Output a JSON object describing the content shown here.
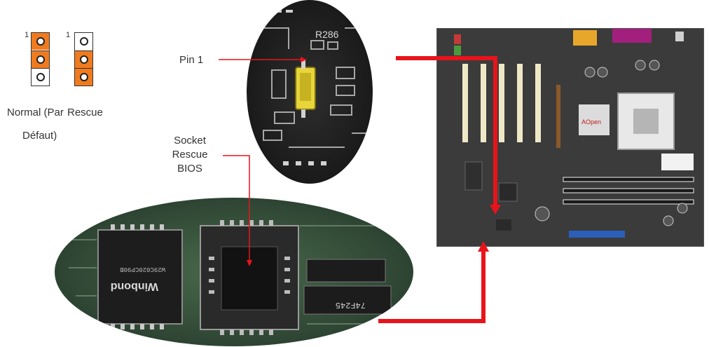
{
  "jumpers": {
    "pin_label_left": "1",
    "pin_label_right": "1",
    "normal_label_line1": "Normal (Par",
    "normal_label_line2": "Défaut)",
    "rescue_label": "Rescue"
  },
  "callouts": {
    "pin1": "Pin 1",
    "socket_line1": "Socket",
    "socket_line2": "Rescue",
    "socket_line3": "BIOS"
  },
  "photo_texts": {
    "resistor": "R286",
    "chip_brand": "Winbond",
    "chip_text": "W29C020CP90B",
    "chip_logic": "74F245",
    "board_brand": "AOpen"
  },
  "colors": {
    "jumper_cap": "#f07b1f",
    "arrow": "#e8141b"
  }
}
